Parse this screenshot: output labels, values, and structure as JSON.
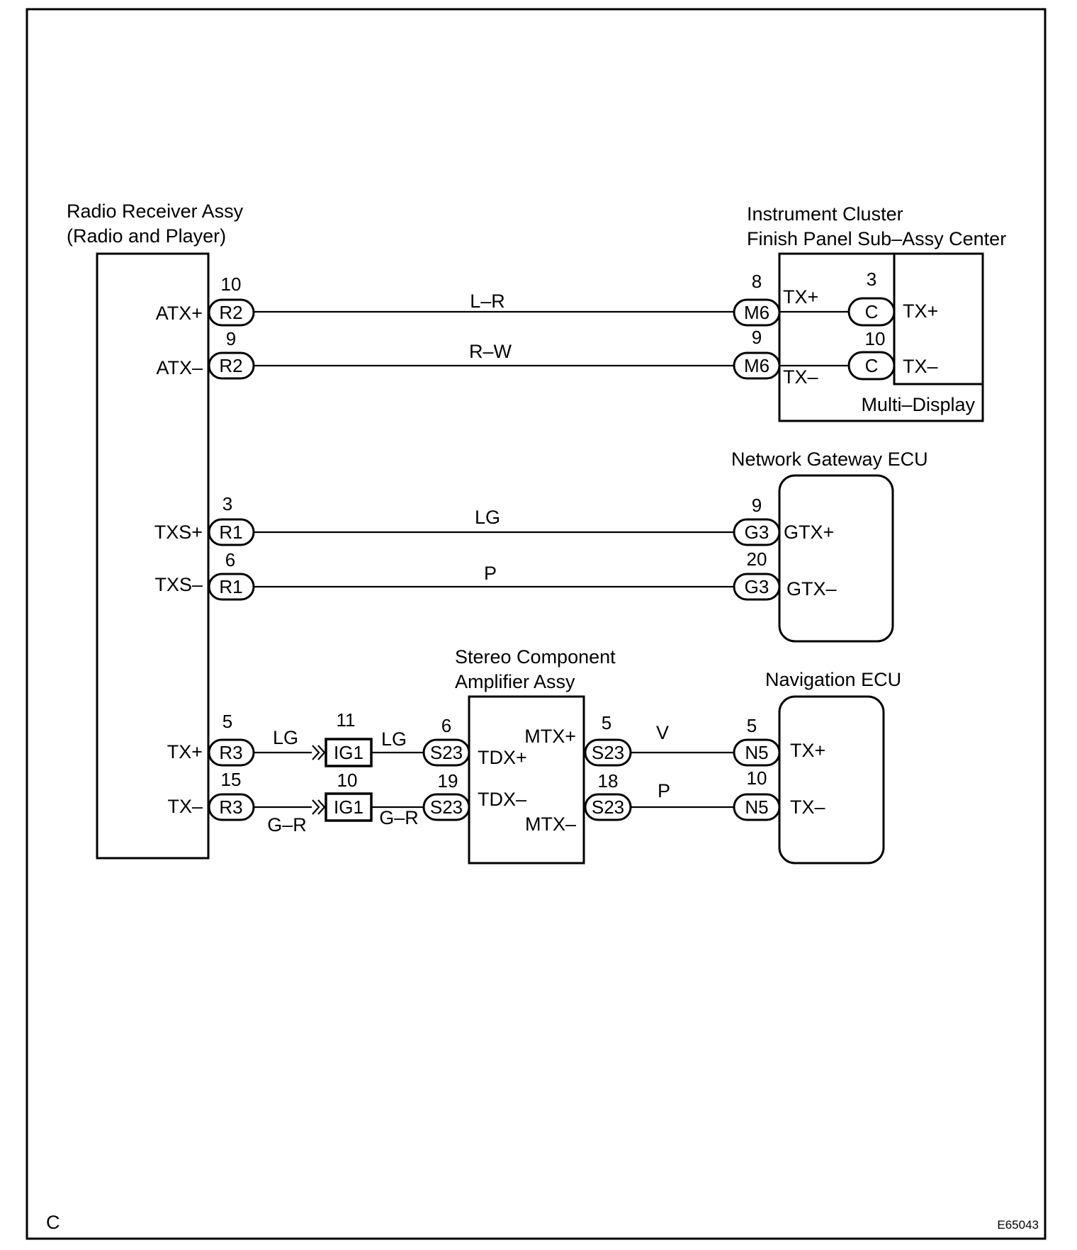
{
  "corner_label": "C",
  "figure_code": "E65043",
  "components": {
    "radio": {
      "title_line1": "Radio Receiver Assy",
      "title_line2": "(Radio and Player)"
    },
    "cluster": {
      "title_line1": "Instrument Cluster",
      "title_line2": "Finish Panel Sub–Assy Center",
      "sub_label": "Multi–Display"
    },
    "gateway": {
      "title": "Network Gateway ECU"
    },
    "amplifier": {
      "title_line1": "Stereo Component",
      "title_line2": "Amplifier Assy"
    },
    "navigation": {
      "title": "Navigation ECU"
    }
  },
  "terminals": {
    "atx_plus": "ATX+",
    "atx_minus": "ATX–",
    "txs_plus": "TXS+",
    "txs_minus": "TXS–",
    "radio_tx_plus": "TX+",
    "radio_tx_minus": "TX–",
    "cluster_tx_plus": "TX+",
    "cluster_tx_minus": "TX–",
    "display_tx_plus": "TX+",
    "display_tx_minus": "TX–",
    "gtx_plus": "GTX+",
    "gtx_minus": "GTX–",
    "tdx_plus": "TDX+",
    "tdx_minus": "TDX–",
    "mtx_plus": "MTX+",
    "mtx_minus": "MTX–",
    "nav_tx_plus": "TX+",
    "nav_tx_minus": "TX–"
  },
  "connectors": {
    "r2_a": {
      "code": "R2",
      "pin": "10"
    },
    "r2_b": {
      "code": "R2",
      "pin": "9"
    },
    "m6_a": {
      "code": "M6",
      "pin": "8"
    },
    "m6_b": {
      "code": "M6",
      "pin": "9"
    },
    "c_a": {
      "code": "C",
      "pin": "3"
    },
    "c_b": {
      "code": "C",
      "pin": "10"
    },
    "r1_a": {
      "code": "R1",
      "pin": "3"
    },
    "r1_b": {
      "code": "R1",
      "pin": "6"
    },
    "g3_a": {
      "code": "G3",
      "pin": "9"
    },
    "g3_b": {
      "code": "G3",
      "pin": "20"
    },
    "r3_a": {
      "code": "R3",
      "pin": "5"
    },
    "r3_b": {
      "code": "R3",
      "pin": "15"
    },
    "ig1_a": {
      "code": "IG1",
      "pin": "11"
    },
    "ig1_b": {
      "code": "IG1",
      "pin": "10"
    },
    "s23_a": {
      "code": "S23",
      "pin": "6"
    },
    "s23_b": {
      "code": "S23",
      "pin": "19"
    },
    "s23_c": {
      "code": "S23",
      "pin": "5"
    },
    "s23_d": {
      "code": "S23",
      "pin": "18"
    },
    "n5_a": {
      "code": "N5",
      "pin": "5"
    },
    "n5_b": {
      "code": "N5",
      "pin": "10"
    }
  },
  "wires": {
    "atx_plus": "L–R",
    "atx_minus": "R–W",
    "txs_plus": "LG",
    "txs_minus": "P",
    "tx_plus_1": "LG",
    "tx_plus_2": "LG",
    "tx_minus_1": "G–R",
    "tx_minus_2": "G–R",
    "mtx_plus": "V",
    "mtx_minus": "P"
  }
}
